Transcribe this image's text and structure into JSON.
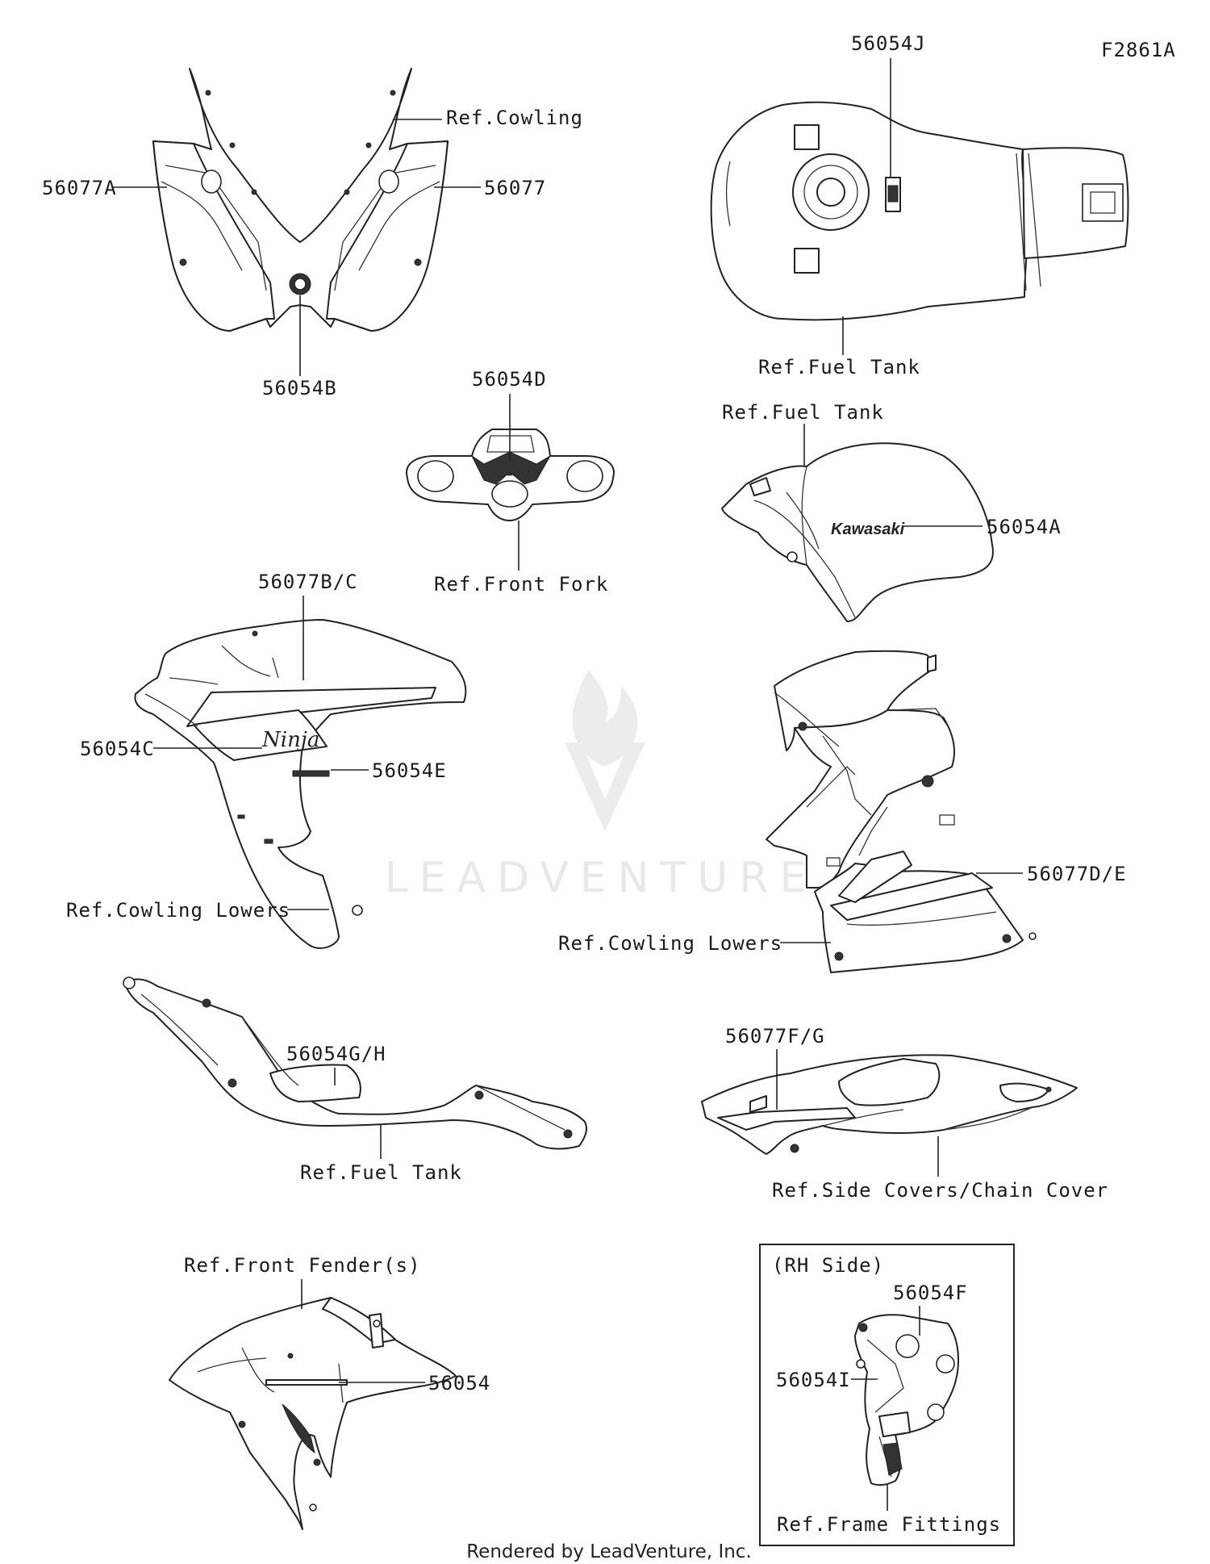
{
  "figure_code": "F2861A",
  "watermark": "LEADVENTURE",
  "footer": "Rendered by LeadVenture, Inc.",
  "groups": {
    "cowling": {
      "ref": "Ref.Cowling",
      "parts": [
        "56077A",
        "56077",
        "56054B"
      ]
    },
    "fuel_tank_top": {
      "ref": "Ref.Fuel Tank",
      "parts": [
        "56054J"
      ]
    },
    "front_fork": {
      "ref": "Ref.Front Fork",
      "parts": [
        "56054D"
      ]
    },
    "fuel_tank_side": {
      "ref": "Ref.Fuel Tank",
      "parts": [
        "56054A"
      ]
    },
    "cowling_lowers_left": {
      "ref": "Ref.Cowling Lowers",
      "parts": [
        "56077B/C",
        "56054C",
        "56054E"
      ]
    },
    "cowling_lowers_right": {
      "ref": "Ref.Cowling Lowers",
      "parts": [
        "56077D/E"
      ]
    },
    "fuel_tank_cover": {
      "ref": "Ref.Fuel Tank",
      "parts": [
        "56054G/H"
      ]
    },
    "side_covers": {
      "ref": "Ref.Side Covers/Chain Cover",
      "parts": [
        "56077F/G"
      ]
    },
    "front_fender": {
      "ref": "Ref.Front Fender(s)",
      "parts": [
        "56054"
      ]
    },
    "frame_fittings": {
      "note": "(RH Side)",
      "ref": "Ref.Frame Fittings",
      "parts": [
        "56054F",
        "56054I"
      ]
    }
  },
  "decal_text": {
    "tank_logo": "Kawasaki",
    "cowl_logo": "Ninja"
  }
}
